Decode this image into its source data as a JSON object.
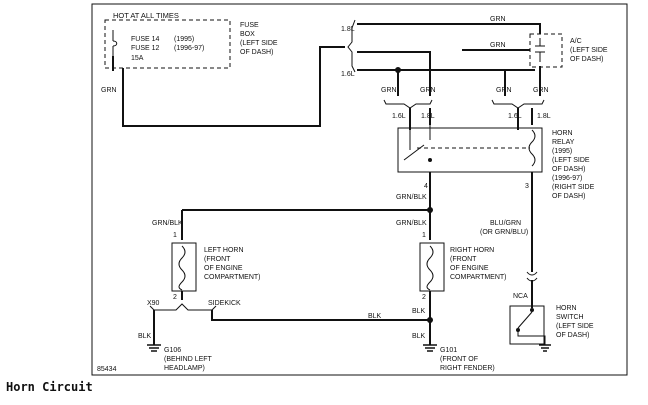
{
  "caption": "Horn Circuit",
  "figure_id": "85434",
  "fuse_box": {
    "hot": "HOT AT ALL TIMES",
    "fuse14": "FUSE 14",
    "fuse14_year": "(1995)",
    "fuse12": "FUSE 12",
    "fuse12_year": "(1996-97)",
    "amps": "15A",
    "name_1": "FUSE",
    "name_2": "BOX",
    "name_3": "(LEFT SIDE",
    "name_4": "OF DASH)"
  },
  "wires": {
    "grn": "GRN",
    "grn_blk": "GRN/BLK",
    "blu_grn": "BLU/GRN",
    "grn_blu": "(OR GRN/BLU)",
    "blk": "BLK"
  },
  "engines": {
    "e16": "1.6L",
    "e18": "1.8L",
    "x90": "X90",
    "sidekick": "SIDEKICK"
  },
  "ac": {
    "l1": "A/C",
    "l2": "(LEFT SIDE",
    "l3": "OF DASH)"
  },
  "relay": {
    "l1": "HORN",
    "l2": "RELAY",
    "l3": "(1995)",
    "l4": "(LEFT SIDE",
    "l5": "OF DASH)",
    "l6": "(1996-97)",
    "l7": "(RIGHT SIDE",
    "l8": "OF DASH)",
    "pin4": "4",
    "pin3": "3"
  },
  "left_horn": {
    "l1": "LEFT HORN",
    "l2": "(FRONT",
    "l3": "OF ENGINE",
    "l4": "COMPARTMENT)"
  },
  "right_horn": {
    "l1": "RIGHT HORN",
    "l2": "(FRONT",
    "l3": "OF ENGINE",
    "l4": "COMPARTMENT)"
  },
  "pins": {
    "one": "1",
    "two": "2"
  },
  "switch": {
    "nca": "NCA",
    "l1": "HORN",
    "l2": "SWITCH",
    "l3": "(LEFT SIDE",
    "l4": "OF DASH)"
  },
  "grounds": {
    "g106": "G106",
    "g106_1": "(BEHIND LEFT",
    "g106_2": "HEADLAMP)",
    "g101": "G101",
    "g101_1": "(FRONT OF",
    "g101_2": "RIGHT FENDER)"
  }
}
